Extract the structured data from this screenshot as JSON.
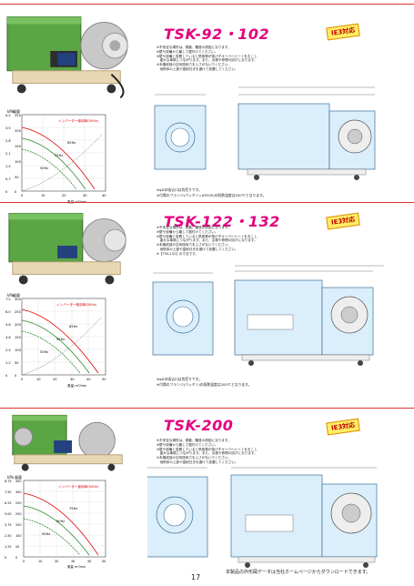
{
  "sections": [
    {
      "title": "TSK-92・102",
      "badge": "IE3対応",
      "notes": [
        "※不安定な場所は、振動、騒音の原因になります。",
        "※壁や設備から離して据付けてください。",
        "※壁や設備と密着していると熱風等が逃げずオーバーヒートをおこし",
        "　重大な事故につながります。また、点検や修理の妨げになります。",
        "※本機底部の空気換気穴をふさがないでください。",
        "　地熱体の上部や直射日光を避けて設置してください。"
      ],
      "footnotes": [
        "※φDの吸込口は別売りです。",
        "※付属のフランジ(パッキン=#P200)の耐熱温度は200℃となります。"
      ],
      "chart": {
        "ylabel_left": "kPa",
        "ylabel_right": "風量",
        "legend": "インバーター使用時(50Hz)",
        "curves": [
          "65Hz",
          "55Hz",
          "50Hz"
        ],
        "x_label": "風量 m³/min",
        "x_ticks": [
          "0",
          "10",
          "20",
          "30",
          "40"
        ],
        "y_ticks": [
          "4.2",
          "3.5",
          "2.8",
          "2.1",
          "1.4",
          "0.7",
          "0"
        ],
        "y_ticks_r": [
          "250",
          "200",
          "150",
          "100",
          "50",
          "0"
        ]
      }
    },
    {
      "title": "TSK-122・132",
      "badge": "IE3対応",
      "notes": [
        "※不安定な場所は、振動、騒音の原因になります。",
        "※壁や設備から離して据付けてください。",
        "※壁や設備と密着していると熱風等が逃げずオーバーヒートをおこし",
        "　重大な事故につながります。また、点検や修理の妨げになります。",
        "※本機底部の空気換気穴をふさがないでください。",
        "　地熱体の上部や直射日光を避けて設置してください。",
        "※【TSK-132】の寸法です。"
      ],
      "footnotes": [
        "※φDの吸込口は別売りです。",
        "※付属のフランジ(パッキン)の耐熱温度は200℃となります。"
      ],
      "chart": {
        "ylabel_left": "kPa",
        "ylabel_right": "風量",
        "legend": "インバーター使用時(50Hz)",
        "curves": [
          "65Hz",
          "55Hz",
          "50Hz"
        ],
        "x_label": "風量 m³/min",
        "x_ticks": [
          "0",
          "10",
          "20",
          "30",
          "40",
          "50"
        ],
        "y_ticks": [
          "7.2",
          "6.0",
          "4.8",
          "3.6",
          "2.4",
          "1.2",
          "0"
        ],
        "y_ticks_r": [
          "300",
          "250",
          "200",
          "150",
          "100",
          "50",
          "0"
        ]
      }
    },
    {
      "title": "TSK-200",
      "badge": "IE3対応",
      "notes": [
        "※不安定な場所は、振動、騒音の原因になります。",
        "※壁や設備から離して据付けてください。",
        "※壁や設備と密着していると熱風等が逃げずオーバーヒートをおこし",
        "　重大な事故につながります。また、点検や修理の妨げになります。",
        "※本機底部の空気換気穴をふさがないでください。",
        "　地熱体の上部や直射日光を避けて設置してください。"
      ],
      "footnotes": [],
      "chart": {
        "ylabel_left": "kPa",
        "ylabel_right": "風量",
        "legend": "インバーター使用時(50Hz)",
        "curves": [
          "75Hz",
          "60Hz",
          "50Hz"
        ],
        "x_label": "風量 m³/min",
        "x_ticks": [
          "0",
          "10",
          "20",
          "30",
          "40",
          "50"
        ],
        "y_ticks": [
          "8.75",
          "7.50",
          "6.25",
          "5.00",
          "3.75",
          "2.50",
          "1.25",
          "0"
        ],
        "y_ticks_r": [
          "350",
          "300",
          "250",
          "200",
          "150",
          "100",
          "50",
          "0"
        ]
      }
    }
  ],
  "page_number": "17",
  "page_footer": "本製品の外形図データは当社ホームページからダウンロードできます。",
  "colors": {
    "title": "#e4007f",
    "rule": "#dd3333",
    "machine_green": "#4e9a3c",
    "badge_bg": "#ffee66"
  }
}
